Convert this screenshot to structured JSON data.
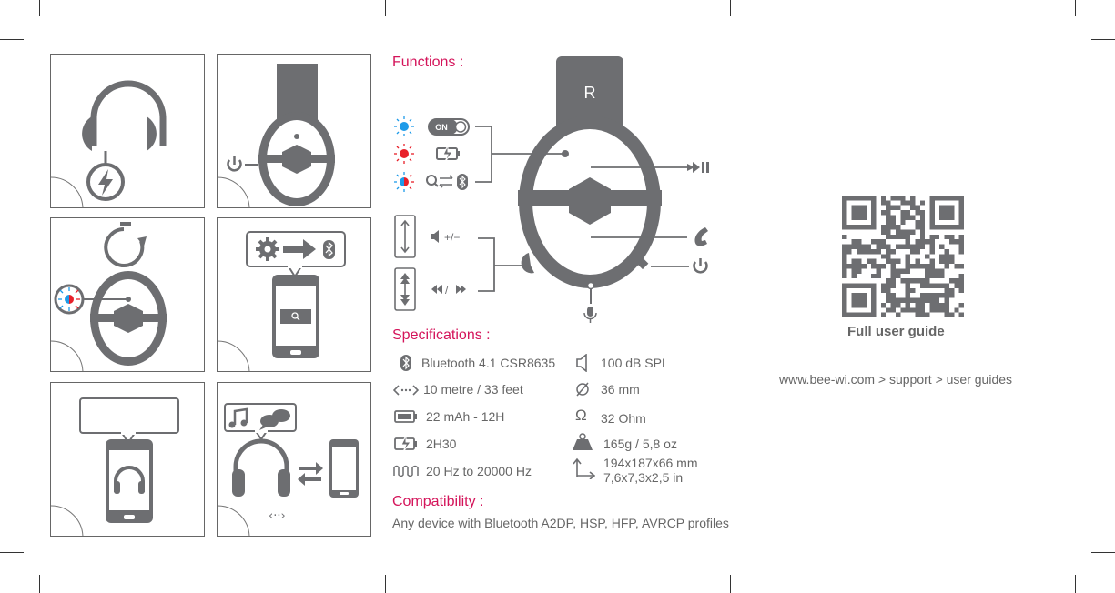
{
  "functions": {
    "heading": "Functions :",
    "on_badge": "ON",
    "volume_label": "+/−",
    "track_label": "/",
    "earcup_letter": "R"
  },
  "specifications": {
    "heading": "Specifications :",
    "left": [
      {
        "icon": "bluetooth-icon",
        "text": "Bluetooth 4.1 CSR8635"
      },
      {
        "icon": "range-arrows-icon",
        "text": "10 metre / 33 feet"
      },
      {
        "icon": "battery-icon",
        "text": "22 mAh - 12H"
      },
      {
        "icon": "charging-battery-icon",
        "text": "2H30"
      },
      {
        "icon": "frequency-wave-icon",
        "text": "20 Hz to 20000 Hz"
      }
    ],
    "right": [
      {
        "icon": "speaker-icon",
        "text": "100 dB SPL"
      },
      {
        "icon": "diameter-icon",
        "text": "36 mm"
      },
      {
        "icon": "ohm-icon",
        "text": "32 Ohm"
      },
      {
        "icon": "weight-icon",
        "text": "165g / 5,8 oz"
      },
      {
        "icon": "dimensions-icon",
        "text": "194x187x66 mm",
        "text2": "7,6x7,3x2,5 in"
      }
    ]
  },
  "compatibility": {
    "heading": "Compatibility :",
    "text": "Any device with Bluetooth A2DP, HSP, HFP, AVRCP profiles"
  },
  "guide": {
    "title": "Full user guide",
    "url_path": "www.bee-wi.com > support > user guides"
  },
  "colors": {
    "accent": "#d4145a",
    "device_gray": "#6d6e71",
    "led_blue": "#1e9be9",
    "led_red": "#e8202a"
  }
}
